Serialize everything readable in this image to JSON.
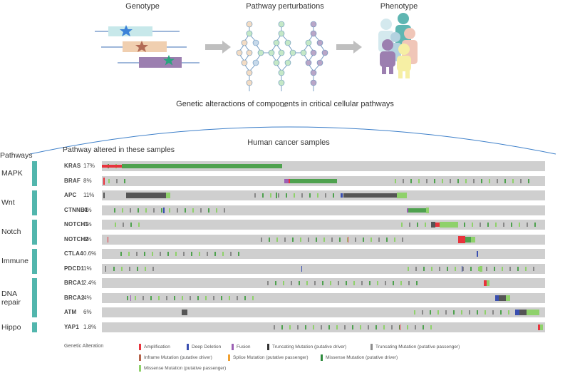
{
  "headers": {
    "genotype": "Genotype",
    "pathway_perturbations": "Pathway perturbations",
    "phenotype": "Phenotype",
    "genetic_alterations": "Genetic alteractions of components in critical cellular pathways",
    "human_cancer_samples": "Human cancer samples",
    "pathways": "Pathways",
    "pathway_altered": "Pathway altered in these samples"
  },
  "colors": {
    "teal": "#52b6ad",
    "track": "#cfcfcf",
    "amplification": "#e8333c",
    "deep_deletion": "#3a4fb0",
    "fusion": "#9b5fb4",
    "truncating": "#555555",
    "missense": "#4ea14e",
    "missense_light": "#8fd16b",
    "inframe": "#b5634a",
    "splice": "#f0a030"
  },
  "pathways": [
    {
      "name_lines": [
        "MAPK"
      ],
      "genes": [
        {
          "gene": "KRAS",
          "pct": "17%"
        },
        {
          "gene": "BRAF",
          "pct": "8%"
        }
      ]
    },
    {
      "name_lines": [
        "Wnt"
      ],
      "genes": [
        {
          "gene": "APC",
          "pct": "11%"
        },
        {
          "gene": "CTNNB1",
          "pct": "4%"
        }
      ]
    },
    {
      "name_lines": [
        "Notch"
      ],
      "genes": [
        {
          "gene": "NOTCH1",
          "pct": "7%"
        },
        {
          "gene": "NOTCH2",
          "pct": "3%"
        }
      ]
    },
    {
      "name_lines": [
        "Immune"
      ],
      "genes": [
        {
          "gene": "CTLA4",
          "pct": "0.6%"
        },
        {
          "gene": "PDCD1",
          "pct": "1%"
        }
      ]
    },
    {
      "name_lines": [
        "DNA",
        "repair"
      ],
      "genes": [
        {
          "gene": "BRCA1",
          "pct": "2.4%"
        },
        {
          "gene": "BRCA2",
          "pct": "4%"
        },
        {
          "gene": "ATM",
          "pct": "6%"
        }
      ]
    },
    {
      "name_lines": [
        "Hippo"
      ],
      "genes": [
        {
          "gene": "YAP1",
          "pct": "1.8%"
        }
      ]
    }
  ],
  "legend": {
    "title": "Genetic Alteration",
    "items": [
      {
        "label": "Amplification",
        "color": "#e8333c"
      },
      {
        "label": "Deep Deletion",
        "color": "#3a4fb0"
      },
      {
        "label": "Fusion",
        "color": "#9b5fb4"
      },
      {
        "label": "Truncating Mutation (putative driver)",
        "color": "#333333"
      },
      {
        "label": "Truncating Mutation (putative passenger)",
        "color": "#8c8c8c"
      },
      {
        "label": "Inframe Mutation (putative driver)",
        "color": "#b5634a"
      },
      {
        "label": "Splice Mutation (putative passenger)",
        "color": "#f0a030"
      },
      {
        "label": "Missense Mutation (putative driver)",
        "color": "#2e8b3e"
      },
      {
        "label": "Missense Mutation (putative passenger)",
        "color": "#8fd16b"
      }
    ]
  }
}
